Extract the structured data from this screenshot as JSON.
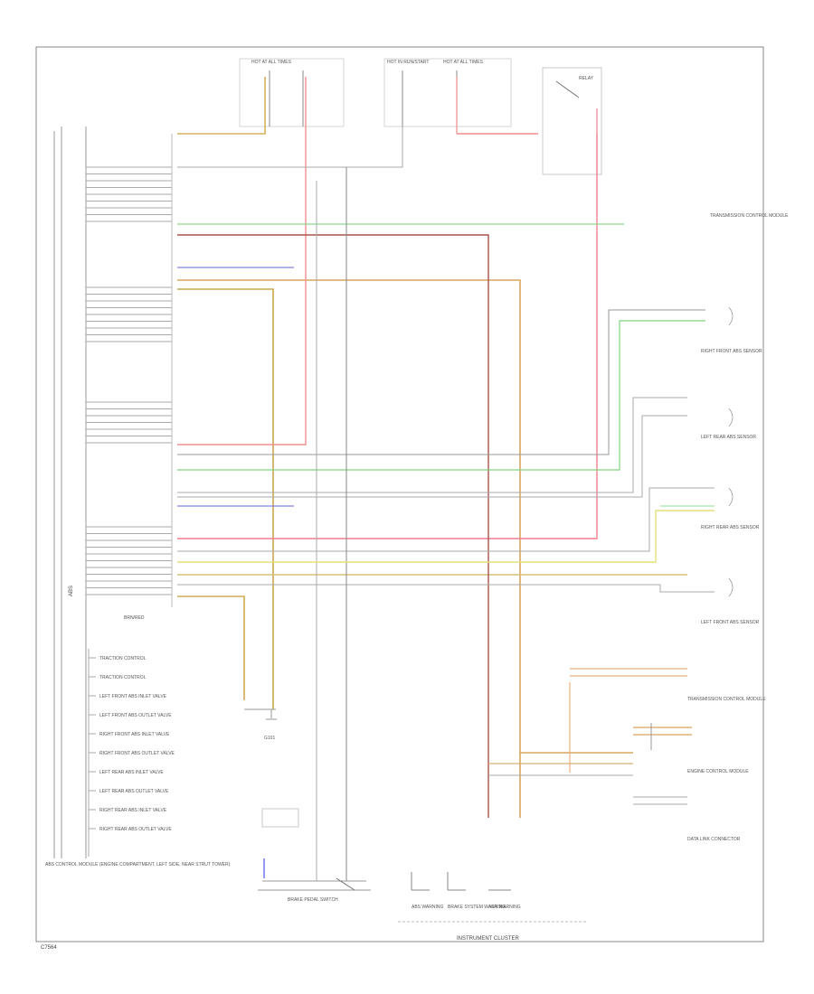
{
  "diagram": {
    "footer_code": "C7564",
    "module_label": "ABS",
    "module_caption": "ABS CONTROL MODULE (ENGINE COMPARTMENT, LEFT SIDE, NEAR STRUT TOWER)",
    "legend_items": [
      "TRACTION CONTROL",
      "TRACTION CONTROL",
      "LEFT FRONT ABS INLET VALVE",
      "LEFT FRONT ABS OUTLET VALVE",
      "RIGHT FRONT ABS INLET VALVE",
      "RIGHT FRONT ABS OUTLET VALVE",
      "LEFT REAR ABS INLET VALVE",
      "LEFT REAR ABS OUTLET VALVE",
      "RIGHT REAR ABS INLET VALVE",
      "RIGHT REAR ABS OUTLET VALVE"
    ],
    "fuse_labels": [
      "HOT AT ALL TIMES",
      "HOT IN RUN/START",
      "HOT AT ALL TIMES"
    ],
    "relay_label": "RELAY",
    "right_labels": [
      "TRANSMISSION CONTROL MODULE",
      "RIGHT FRONT ABS SENSOR",
      "LEFT REAR ABS SENSOR",
      "RIGHT REAR ABS SENSOR",
      "LEFT FRONT ABS SENSOR",
      "TRANSMISSION CONTROL MODULE",
      "ENGINE CONTROL MODULE",
      "DATA LINK CONNECTOR"
    ],
    "ground_label": "G101",
    "switch_label": "BRAKE PEDAL SWITCH",
    "cluster_label": "INSTRUMENT CLUSTER",
    "cluster_items": [
      "ABS WARNING",
      "BRAKE SYSTEM WARNING",
      "ASR WARNING"
    ],
    "wire_color_legend": "BRN/RED"
  }
}
